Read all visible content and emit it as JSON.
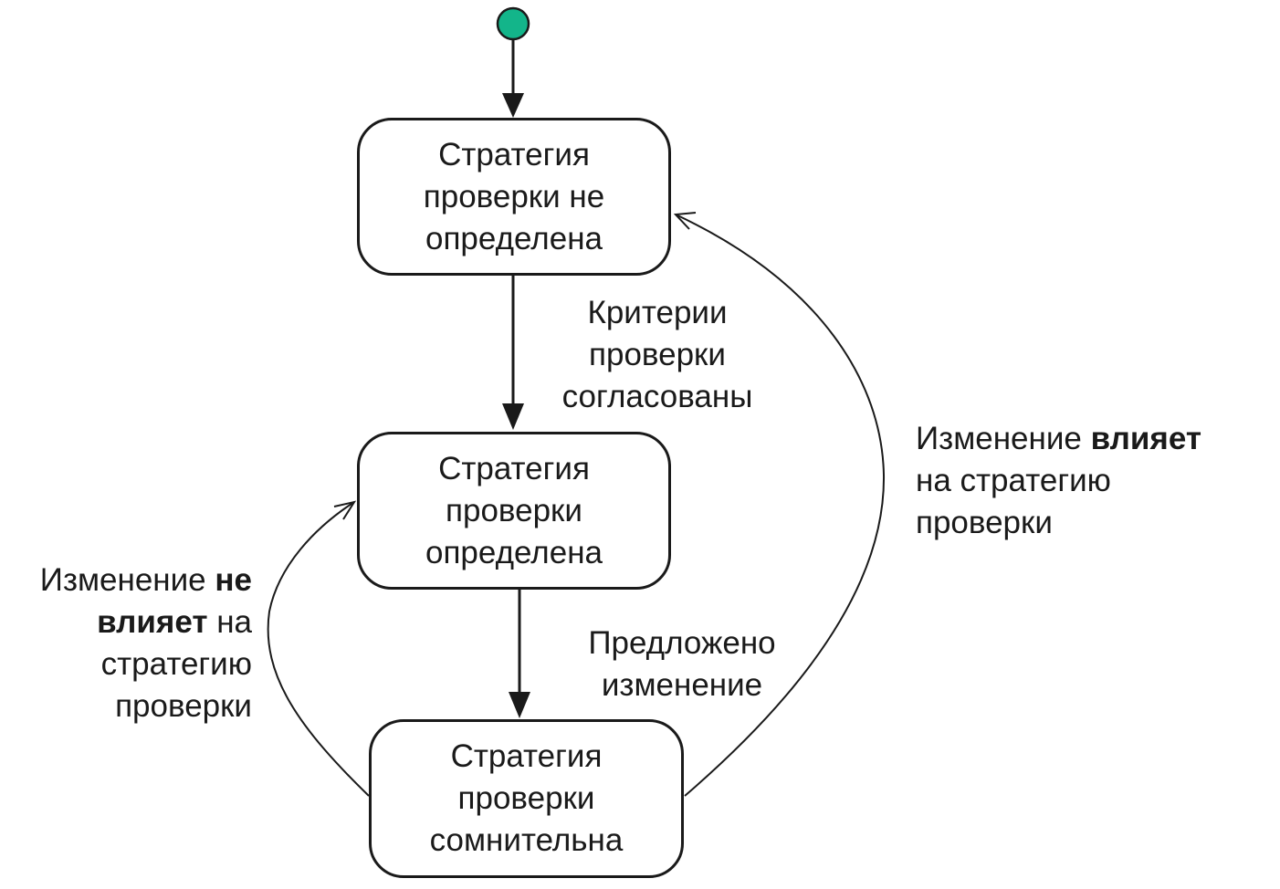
{
  "states": {
    "undefined": {
      "lines": [
        "Стратегия",
        "проверки не",
        "определена"
      ]
    },
    "defined": {
      "lines": [
        "Стратегия",
        "проверки",
        "определена"
      ]
    },
    "doubtful": {
      "lines": [
        "Стратегия",
        "проверки",
        "сомнительна"
      ]
    }
  },
  "transitions": {
    "criteria_agreed": {
      "lines": [
        "Критерии",
        "проверки",
        "согласованы"
      ]
    },
    "change_proposed": {
      "lines": [
        "Предложено",
        "изменение"
      ]
    },
    "change_no_effect": {
      "line1": "Изменение ",
      "line1_bold": "не",
      "line2_bold": "влияет",
      "line2": " на",
      "line3": "стратегию",
      "line4": "проверки"
    },
    "change_effect": {
      "line1": "Изменение ",
      "line1_bold": "влияет",
      "line2": "на стратегию",
      "line3": "проверки"
    }
  },
  "colors": {
    "initial_node": "#13b58a",
    "stroke": "#1a1a1a"
  }
}
